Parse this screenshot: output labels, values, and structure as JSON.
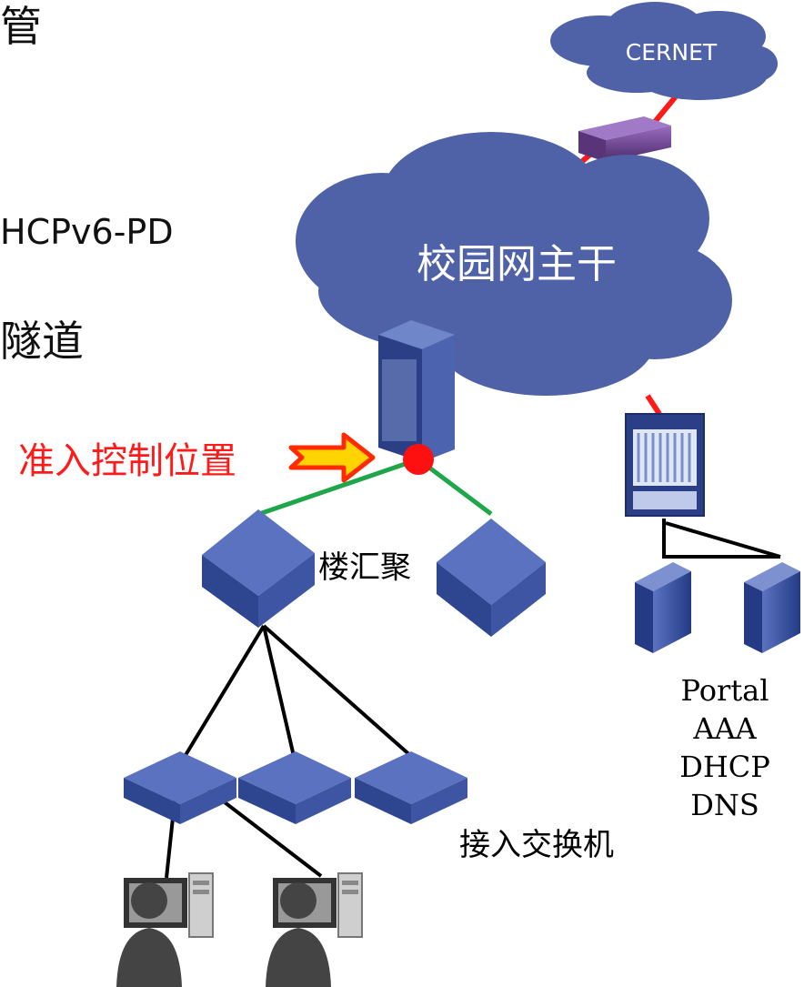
{
  "left_text": {
    "fragment_1": "管",
    "fragment_2": "HCPv6-PD",
    "fragment_3": "隧道"
  },
  "labels": {
    "cernet": "CERNET",
    "backbone": "校园网主干",
    "access_control": "准入控制位置",
    "building_aggregation": "楼汇聚",
    "access_switch": "接入交换机"
  },
  "services": [
    "Portal",
    "AAA",
    "DHCP",
    "DNS"
  ],
  "colors": {
    "cloud": "#4f62a8",
    "device": "#3f58a6",
    "router": "#6b3f86",
    "red_link": "#ff1a1a",
    "green_link": "#1fa64a",
    "control_text": "#ff1a1a",
    "arrow": "#ff2a00",
    "arrow_fill": "#ffd400"
  }
}
